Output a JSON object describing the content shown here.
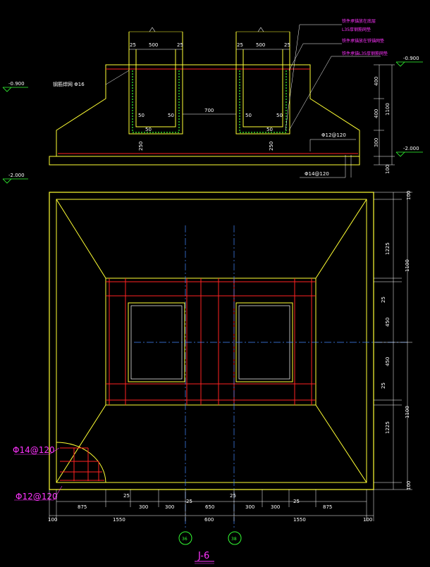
{
  "section": {
    "rebar_label": "钢筋焊网 Φ16",
    "pit_width": "500",
    "cover": "25",
    "wall": "50",
    "gap": "700",
    "bottom_250": "250",
    "note1_line1": "铁件承锚放在底层",
    "note1_line2": "L35厚钢筋网垫",
    "note2": "铁件承锚放在铁锚网垫",
    "note3": "铁件承锚L35厚钢筋网垫",
    "rebar_top": "Φ12@120",
    "rebar_bottom": "Φ14@120",
    "elev_top": "-0.900",
    "elev_mid": "-2.000",
    "elev_left_top": "-0.900",
    "elev_left_bottom": "-2.000",
    "dim_right": [
      "400",
      "400",
      "300",
      "100"
    ],
    "dim_right_total": "1100"
  },
  "plan": {
    "rebar_a": "Φ14@120",
    "rebar_b": "Φ12@120",
    "right_dims": [
      "100",
      "1225",
      "25",
      "450",
      "450",
      "25",
      "1225",
      "100"
    ],
    "right_totals": [
      "1100",
      "1100"
    ],
    "bottom_row1": [
      "875",
      "25",
      "300",
      "300",
      "25",
      "650",
      "25",
      "300",
      "300",
      "25",
      "875"
    ],
    "bottom_row2": [
      "100",
      "1550",
      "600",
      "1550",
      "100"
    ],
    "axis_left": "36",
    "axis_right": "38"
  },
  "title": "J-6"
}
